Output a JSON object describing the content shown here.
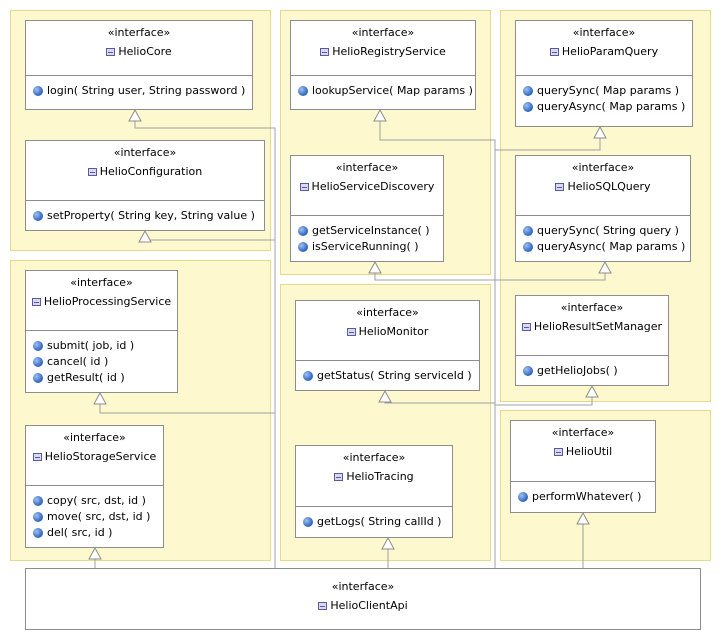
{
  "stereotype": "«interface»",
  "interfaces": {
    "helio_core": {
      "name": "HelioCore",
      "ops": [
        "login( String user, String password )"
      ]
    },
    "helio_configuration": {
      "name": "HelioConfiguration",
      "ops": [
        "setProperty( String key, String value )"
      ]
    },
    "helio_registry_service": {
      "name": "HelioRegistryService",
      "ops": [
        "lookupService( Map params )"
      ]
    },
    "helio_service_discovery": {
      "name": "HelioServiceDiscovery",
      "ops": [
        "getServiceInstance(  )",
        "isServiceRunning(  )"
      ]
    },
    "helio_param_query": {
      "name": "HelioParamQuery",
      "ops": [
        "querySync( Map params )",
        "queryAsync( Map params )"
      ]
    },
    "helio_sql_query": {
      "name": "HelioSQLQuery",
      "ops": [
        "querySync( String query )",
        "queryAsync( Map params )"
      ]
    },
    "helio_processing_service": {
      "name": "HelioProcessingService",
      "ops": [
        "submit( job, id )",
        "cancel( id )",
        "getResult( id )"
      ]
    },
    "helio_storage_service": {
      "name": "HelioStorageService",
      "ops": [
        "copy( src, dst, id )",
        "move( src, dst, id )",
        "del( src, id )"
      ]
    },
    "helio_monitor": {
      "name": "HelioMonitor",
      "ops": [
        "getStatus( String serviceId )"
      ]
    },
    "helio_tracing": {
      "name": "HelioTracing",
      "ops": [
        "getLogs( String callId )"
      ]
    },
    "helio_result_set_manager": {
      "name": "HelioResultSetManager",
      "ops": [
        "getHelioJobs(  )"
      ]
    },
    "helio_util": {
      "name": "HelioUtil",
      "ops": [
        "performWhatever(  )"
      ]
    },
    "helio_client_api": {
      "name": "HelioClientApi",
      "ops": []
    }
  },
  "colors": {
    "package_fill": "#fdf8cd",
    "package_border": "#e7d98a",
    "class_border": "#8d8d8d",
    "link": "#a0a0a0"
  }
}
